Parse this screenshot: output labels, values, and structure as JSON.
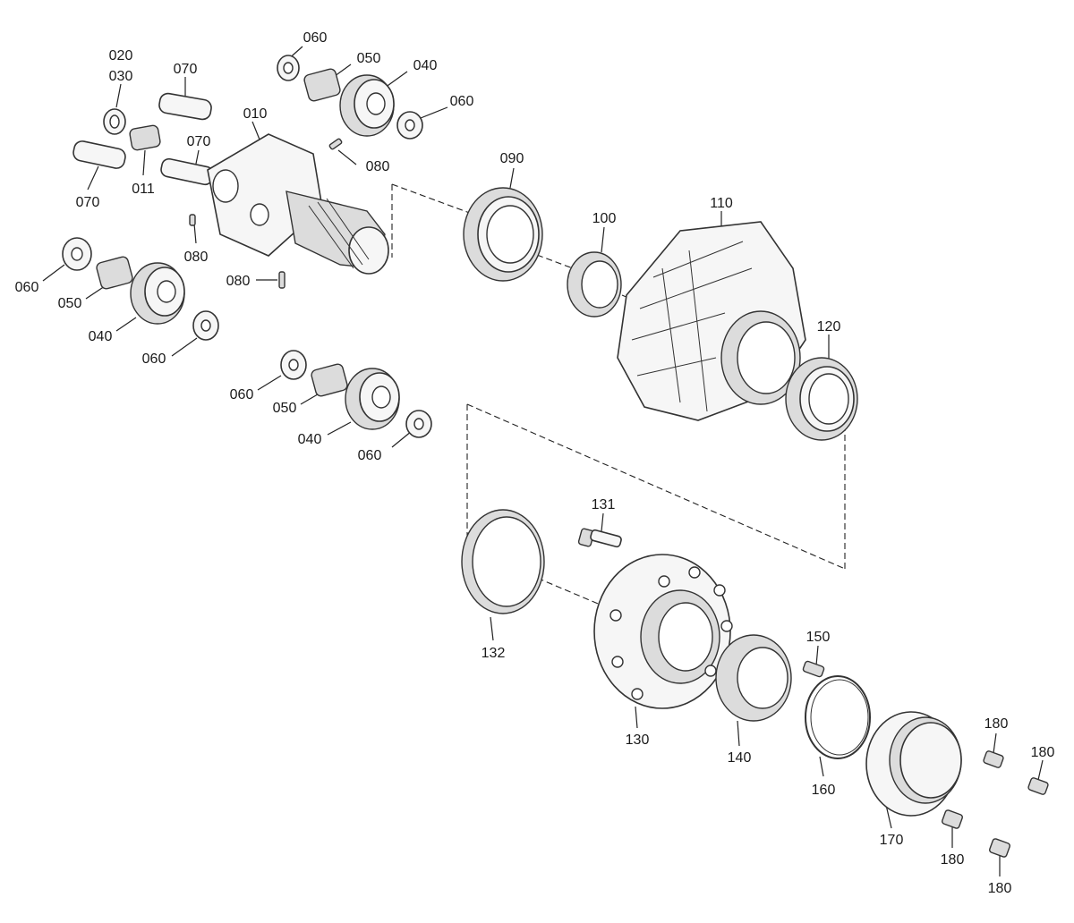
{
  "labels": {
    "p010": "010",
    "p011": "011",
    "p020": "020",
    "p030": "030",
    "p040a": "040",
    "p040b": "040",
    "p040c": "040",
    "p050a": "050",
    "p050b": "050",
    "p050c": "050",
    "p060a": "060",
    "p060b": "060",
    "p060c": "060",
    "p060d": "060",
    "p060e": "060",
    "p060f": "060",
    "p070a": "070",
    "p070b": "070",
    "p070c": "070",
    "p080a": "080",
    "p080b": "080",
    "p080c": "080",
    "p090": "090",
    "p100": "100",
    "p110": "110",
    "p120": "120",
    "p131": "131",
    "p132": "132",
    "p130": "130",
    "p140": "140",
    "p150": "150",
    "p160": "160",
    "p170": "170",
    "p180a": "180",
    "p180b": "180",
    "p180c": "180",
    "p180d": "180"
  }
}
